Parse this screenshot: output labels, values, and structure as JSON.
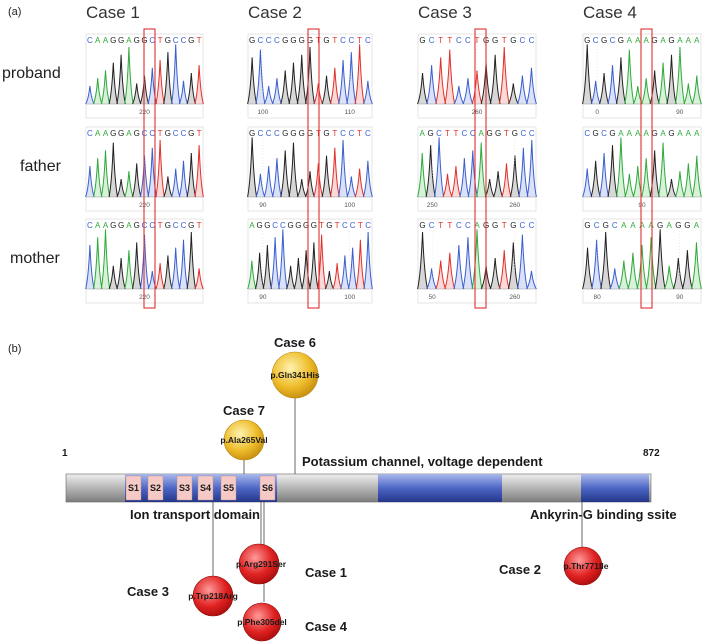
{
  "panel_a": {
    "label": "(a)",
    "cases": [
      "Case 1",
      "Case 2",
      "Case 3",
      "Case 4"
    ],
    "rows": [
      "proband",
      "father",
      "mother"
    ],
    "traces": [
      [
        {
          "seq": "CAAGGAGGCTGCCGT",
          "ticks": [
            "220"
          ]
        },
        {
          "seq": "CAAGGAGCCTGCCGT",
          "ticks": [
            "220"
          ]
        },
        {
          "seq": "CAAGGAGCCTGCCGT",
          "ticks": [
            "220"
          ]
        }
      ],
      [
        {
          "seq": "GCCCGGGGTGTCCTC",
          "ticks": [
            "100",
            "110"
          ]
        },
        {
          "seq": "GCCCGGGGTGTCCTC",
          "ticks": [
            "90",
            "100"
          ]
        },
        {
          "seq": "AGGCCGGGGTGTCCTC",
          "ticks": [
            "90",
            "100"
          ]
        }
      ],
      [
        {
          "seq": "GCTTCCTGGTGCC",
          "ticks": [
            "260"
          ]
        },
        {
          "seq": "AGCTTCCAGGTGCC",
          "ticks": [
            "250",
            "260"
          ]
        },
        {
          "seq": "GCTTCCAGGTGCC",
          "ticks": [
            "50",
            "260"
          ]
        }
      ],
      [
        {
          "seq": "GCGCGAAAGAGAAA",
          "ticks": [
            "0",
            "90"
          ]
        },
        {
          "seq": "CGCGAAAAGAGAAA",
          "ticks": [
            "90"
          ]
        },
        {
          "seq": "GCGCAAAAGAGGA",
          "ticks": [
            "80",
            "90"
          ]
        }
      ]
    ]
  },
  "panel_b": {
    "label": "(b)",
    "start": "1",
    "end": "872",
    "segments": [
      "S1",
      "S2",
      "S3",
      "S4",
      "S5",
      "S6"
    ],
    "domain_labels": {
      "ion": "Ion transport domain",
      "potassium": "Potassium channel, voltage dependent",
      "ankyrin": "Ankyrin-G binding ssite"
    },
    "variants": [
      {
        "case": "Case 6",
        "protein": "p.Gln341His",
        "effect": "missense-yellow"
      },
      {
        "case": "Case 7",
        "protein": "p.Ala265Val",
        "effect": "missense-yellow"
      },
      {
        "case": "Case 1",
        "protein": "p.Arg291Ser",
        "effect": "pathogenic-red"
      },
      {
        "case": "Case 3",
        "protein": "p.Trp218Arg",
        "effect": "pathogenic-red"
      },
      {
        "case": "Case 4",
        "protein": "p.Phe305del",
        "effect": "pathogenic-red"
      },
      {
        "case": "Case 2",
        "protein": "p.Thr771Ile",
        "effect": "pathogenic-red"
      }
    ],
    "colors": {
      "backbone": "#bdbdbd",
      "domain": "#3f5bb5",
      "segment": "#f4c9c6",
      "yellow": "#e9b62a",
      "red": "#d81b1b",
      "highlight_box": "#e03030"
    }
  }
}
